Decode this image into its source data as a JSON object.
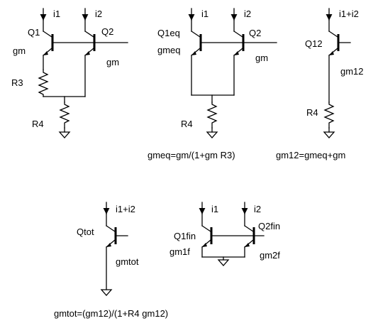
{
  "circuit_a": {
    "i1": "i1",
    "i2": "i2",
    "q1": "Q1",
    "q2": "Q2",
    "gm_q1": "gm",
    "gm_q2": "gm",
    "r3": "R3",
    "r4": "R4"
  },
  "circuit_b": {
    "i1": "i1",
    "i2": "i2",
    "q1": "Q1eq",
    "q2": "Q2",
    "gm_q1": "gmeq",
    "gm_q2": "gm",
    "r4": "R4",
    "formula": "gmeq=gm/(1+gm R3)"
  },
  "circuit_c": {
    "current": "i1+i2",
    "q": "Q12",
    "gm": "gm12",
    "r4": "R4",
    "formula": "gm12=gmeq+gm"
  },
  "circuit_d": {
    "current": "i1+i2",
    "q": "Qtot",
    "gm": "gmtot",
    "formula": "gmtot=(gm12)/(1+R4 gm12)"
  },
  "circuit_e": {
    "i1": "i1",
    "i2": "i2",
    "q1": "Q1fin",
    "q2": "Q2fin",
    "gm1": "gm1f",
    "gm2": "gm2f"
  }
}
